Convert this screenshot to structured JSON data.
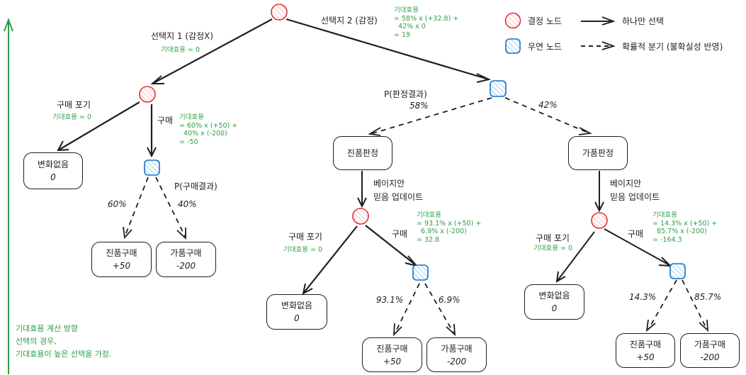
{
  "colors": {
    "decision_stroke": "#e03131",
    "decision_fill": "#ffc9c9",
    "chance_stroke": "#1971c2",
    "chance_fill": "#a5d8ff",
    "line": "#1e1e1e",
    "expected_utility": "#2f9e44"
  },
  "legend": {
    "decision_node": "결정 노드",
    "chance_node": "우연 노드",
    "solid_arrow": "하나만 선택",
    "dashed_arrow": "확률적 분기 (불확실성 반영)"
  },
  "root": {
    "option1": {
      "label": "선택지 1 (감정X)",
      "eu": "기대효용 = 0"
    },
    "option2": {
      "label": "선택지 2 (감정)",
      "eu": "기대효용\n= 58% x (+32.8) +\n  42% x 0\n= 19"
    }
  },
  "branch1": {
    "give_up": {
      "label": "구매 포기",
      "eu": "기대효용 = 0"
    },
    "buy": {
      "label": "구매",
      "eu": "기대효용\n= 60% x (+50) +\n  40% x (-200)\n= -50"
    },
    "prob_label": "P(구매결과)",
    "p_genuine": "60%",
    "p_fake": "40%",
    "no_change": {
      "title": "변화없음",
      "value": "0"
    },
    "genuine": {
      "title": "진품구매",
      "value": "+50"
    },
    "fake": {
      "title": "가품구매",
      "value": "-200"
    }
  },
  "branch2": {
    "prob_label": "P(판정결과)",
    "p_genuine_judgment": "58%",
    "p_fake_judgment": "42%",
    "genuine_judgment": "진품판정",
    "fake_judgment": "가품판정",
    "bayes_update": "베이지안\n믿음 업데이트",
    "left": {
      "give_up": {
        "label": "구매 포기",
        "eu": "기대효용 = 0"
      },
      "buy": {
        "label": "구매",
        "eu": "기대효용\n= 93.1% x (+50) +\n  6.9% x (-200)\n= 32.8"
      },
      "p_genuine": "93.1%",
      "p_fake": "6.9%",
      "no_change": {
        "title": "변화없음",
        "value": "0"
      },
      "genuine": {
        "title": "진품구매",
        "value": "+50"
      },
      "fake": {
        "title": "가품구매",
        "value": "-200"
      }
    },
    "right": {
      "give_up": {
        "label": "구매 포기",
        "eu": "기대효용 = 0"
      },
      "buy": {
        "label": "구매",
        "eu": "기대효용\n= 14.3% x (+50) +\n  85.7% x (-200)\n= -164.3"
      },
      "p_genuine": "14.3%",
      "p_fake": "85.7%",
      "no_change": {
        "title": "변화없음",
        "value": "0"
      },
      "genuine": {
        "title": "진품구매",
        "value": "+50"
      },
      "fake": {
        "title": "가품구매",
        "value": "-200"
      }
    }
  },
  "note": {
    "line1": "기대효용 계산 방향",
    "line2": "선택의 경우,",
    "line3": "기대효용이 높은 선택을 가정."
  }
}
